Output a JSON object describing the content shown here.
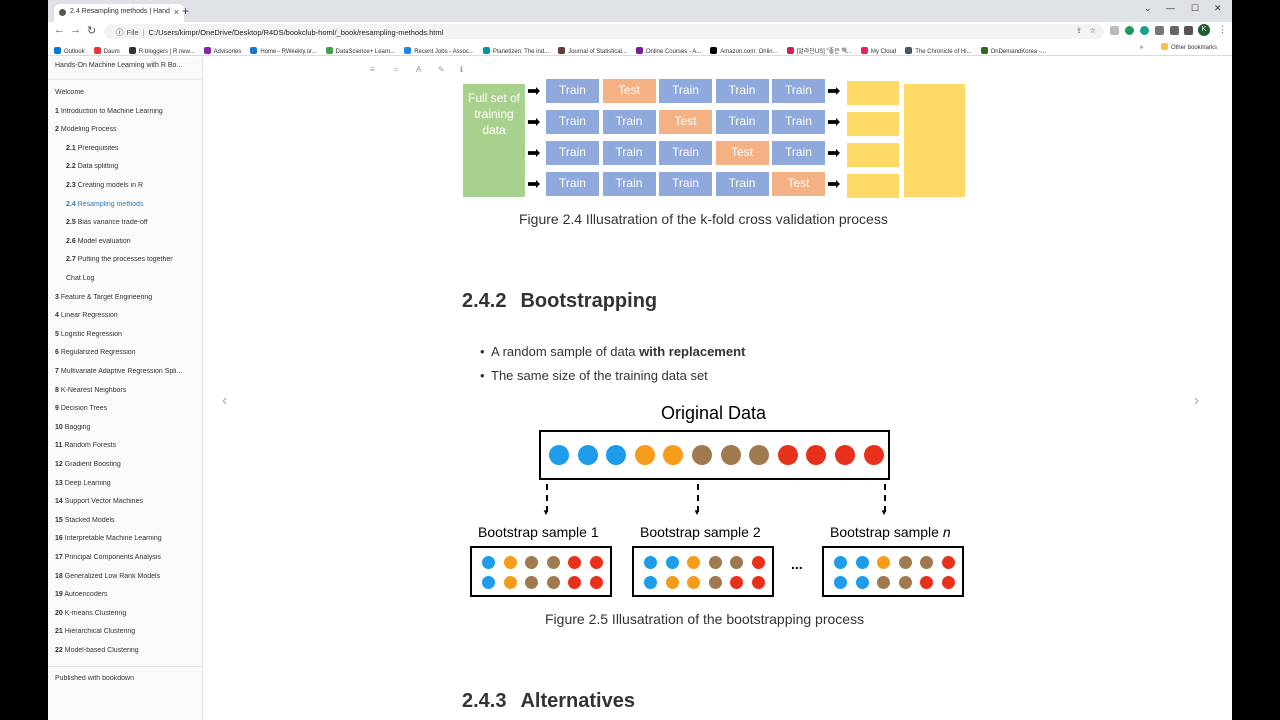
{
  "browser": {
    "tab_title": "2.4 Resampling methods | Hand",
    "address_prefix": "File",
    "address": "C:/Users/kimpr/OneDrive/Desktop/R4DS/bookclub-homl/_book/resampling-methods.html",
    "avatar_letter": "K",
    "bookmarks": [
      "Outlook",
      "Daum",
      "R-bloggers | R new...",
      "Advisories",
      "Home - RWeekly.or...",
      "DataScience+ Learn...",
      "Recent Jobs - Assoc...",
      "Planetizen: The ind...",
      "Journal of Statistical...",
      "Online Courses - A...",
      "Amazon.com: Onlin...",
      "[알라딘US] \"좋은 책...",
      "My Cloud",
      "The Chronicle of Hi...",
      "OnDemandKorea -..."
    ],
    "bookmarks_more": "»",
    "other_bookmarks": "Other bookmarks"
  },
  "sidebar": {
    "title": "Hands-On Machine Learning with R Bo...",
    "items": [
      {
        "num": "",
        "label": "Welcome",
        "level": 0
      },
      {
        "num": "1",
        "label": "Introduction to Machine Learning",
        "level": 0
      },
      {
        "num": "2",
        "label": "Modeling Process",
        "level": 0
      },
      {
        "num": "2.1",
        "label": "Prerequisites",
        "level": 1
      },
      {
        "num": "2.2",
        "label": "Data splitting",
        "level": 1
      },
      {
        "num": "2.3",
        "label": "Creating models in R",
        "level": 1
      },
      {
        "num": "2.4",
        "label": "Resampling methods",
        "level": 1,
        "active": true
      },
      {
        "num": "2.5",
        "label": "Bias variance trade-off",
        "level": 1
      },
      {
        "num": "2.6",
        "label": "Model evaluation",
        "level": 1
      },
      {
        "num": "2.7",
        "label": "Putting the processes together",
        "level": 1
      },
      {
        "num": "",
        "label": "Chat Log",
        "level": 1
      },
      {
        "num": "3",
        "label": "Feature & Target Engineering",
        "level": 0
      },
      {
        "num": "4",
        "label": "Linear Regression",
        "level": 0
      },
      {
        "num": "5",
        "label": "Logistic Regression",
        "level": 0
      },
      {
        "num": "6",
        "label": "Regularized Regression",
        "level": 0
      },
      {
        "num": "7",
        "label": "Multivariate Adaptive Regression Spli...",
        "level": 0
      },
      {
        "num": "8",
        "label": "K-Nearest Neighbors",
        "level": 0
      },
      {
        "num": "9",
        "label": "Decision Trees",
        "level": 0
      },
      {
        "num": "10",
        "label": "Bagging",
        "level": 0
      },
      {
        "num": "11",
        "label": "Random Forests",
        "level": 0
      },
      {
        "num": "12",
        "label": "Gradient Boosting",
        "level": 0
      },
      {
        "num": "13",
        "label": "Deep Learning",
        "level": 0
      },
      {
        "num": "14",
        "label": "Support Vector Machines",
        "level": 0
      },
      {
        "num": "15",
        "label": "Stacked Models",
        "level": 0
      },
      {
        "num": "16",
        "label": "Interpretable Machine Learning",
        "level": 0
      },
      {
        "num": "17",
        "label": "Principal Components Analysis",
        "level": 0
      },
      {
        "num": "18",
        "label": "Generalized Low Rank Models",
        "level": 0
      },
      {
        "num": "19",
        "label": "Autoencoders",
        "level": 0
      },
      {
        "num": "20",
        "label": "K-means Clustering",
        "level": 0
      },
      {
        "num": "21",
        "label": "Hierarchical Clustering",
        "level": 0
      },
      {
        "num": "22",
        "label": "Model-based Clustering",
        "level": 0
      }
    ],
    "footer": "Published with bookdown"
  },
  "main": {
    "kfold": {
      "full_set_label": "Full set of training data",
      "train_label": "Train",
      "test_label": "Test",
      "rows": [
        [
          "Train",
          "Test",
          "Train",
          "Train",
          "Train"
        ],
        [
          "Train",
          "Train",
          "Test",
          "Train",
          "Train"
        ],
        [
          "Train",
          "Train",
          "Train",
          "Test",
          "Train"
        ],
        [
          "Train",
          "Train",
          "Train",
          "Train",
          "Test"
        ]
      ],
      "colors": {
        "train": "#8fa9dc",
        "test": "#f4b183",
        "full": "#a9d18e",
        "perf": "#ffd966"
      }
    },
    "fig24_caption": "Figure 2.4 Illusatration of the k-fold cross validation process",
    "section_242_num": "2.4.2",
    "section_242_title": "Bootstrapping",
    "bullet1_text": "A random sample of data ",
    "bullet1_bold": "with replacement",
    "bullet2_text": "The same size of the training data set",
    "bootstrap": {
      "original_label": "Original Data",
      "original_dots": [
        "blue",
        "blue",
        "blue",
        "orange",
        "orange",
        "brown",
        "brown",
        "brown",
        "red",
        "red",
        "red",
        "red"
      ],
      "samples": [
        {
          "label": "Bootstrap sample 1",
          "label_suffix": "",
          "row1": [
            "blue",
            "orange",
            "brown",
            "brown",
            "red",
            "red"
          ],
          "row2": [
            "blue",
            "orange",
            "brown",
            "brown",
            "red",
            "red"
          ]
        },
        {
          "label": "Bootstrap sample 2",
          "label_suffix": "",
          "row1": [
            "blue",
            "blue",
            "orange",
            "brown",
            "brown",
            "red"
          ],
          "row2": [
            "blue",
            "orange",
            "orange",
            "brown",
            "red",
            "red"
          ]
        },
        {
          "label": "Bootstrap sample ",
          "label_suffix": "n",
          "row1": [
            "blue",
            "blue",
            "orange",
            "brown",
            "brown",
            "red"
          ],
          "row2": [
            "blue",
            "blue",
            "brown",
            "brown",
            "red",
            "red"
          ]
        }
      ],
      "ellipsis": "...",
      "colors": {
        "blue": "#1e9be9",
        "orange": "#f59c1b",
        "brown": "#a07a4e",
        "red": "#e8311c"
      }
    },
    "fig25_caption": "Figure 2.5 Illusatration of the bootstrapping process",
    "section_243_num": "2.4.3",
    "section_243_title": "Alternatives"
  }
}
